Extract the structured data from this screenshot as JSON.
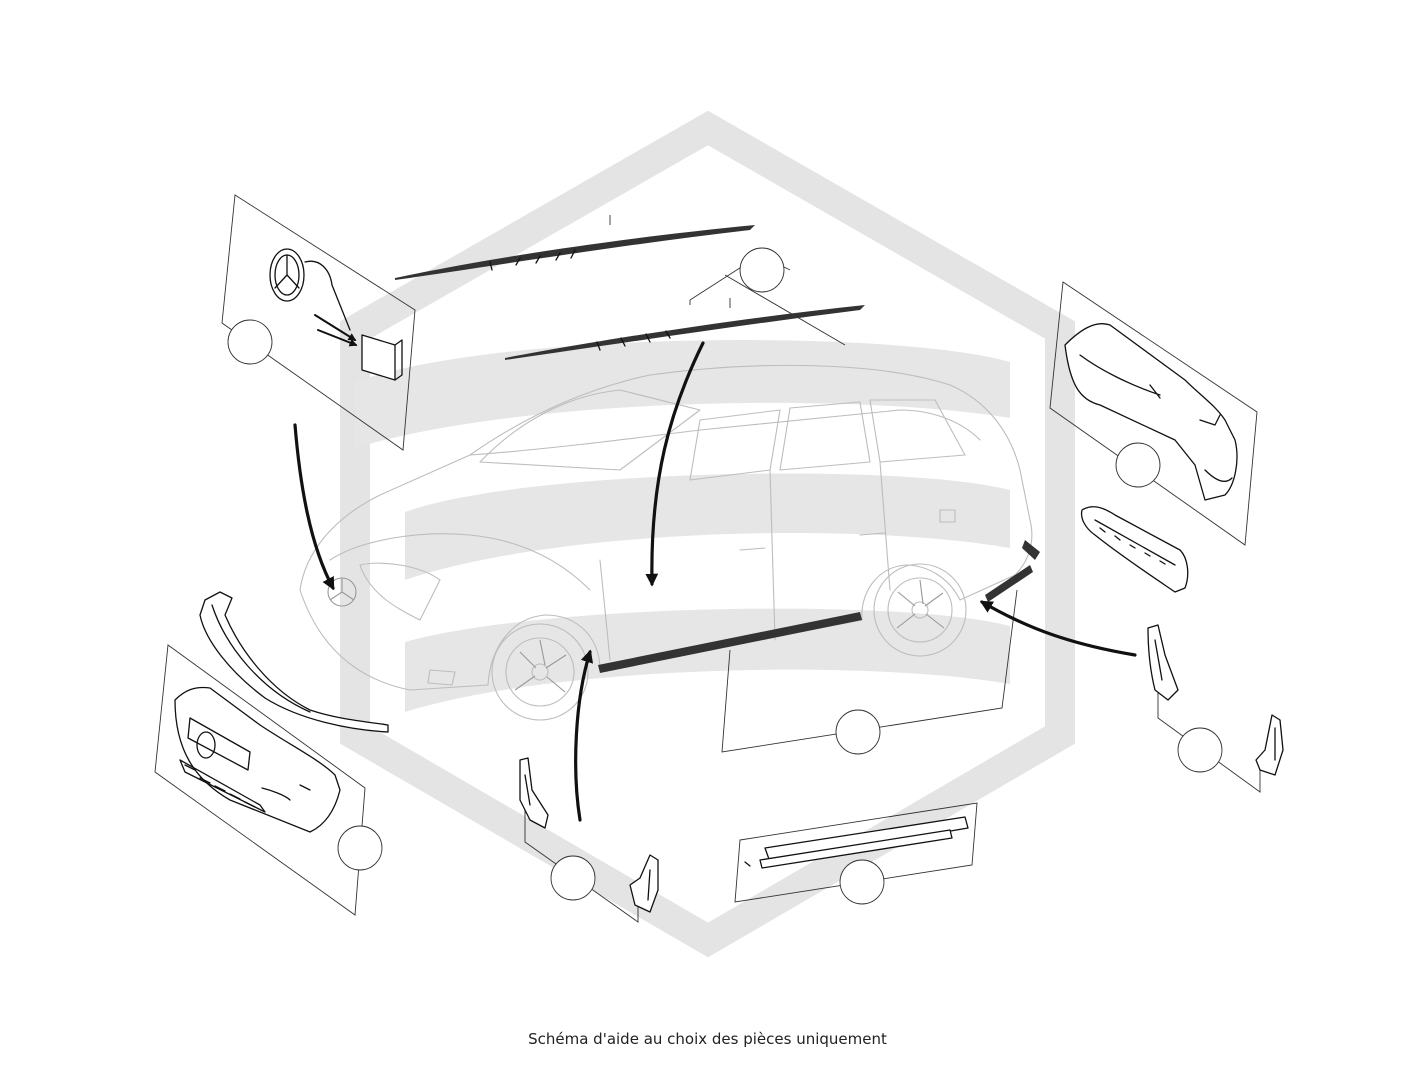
{
  "caption": "Schéma d'aide au choix des pièces uniquement",
  "colors": {
    "background": "#ffffff",
    "line": "#111111",
    "car_outline": "#bdbdbd",
    "watermark": "#e4e4e4",
    "caption_text": "#222222"
  },
  "parts": [
    "star-emblem-with-module",
    "side-stripe-decals",
    "rear-bumper",
    "rear-diffuser",
    "rear-mudflaps",
    "side-skirt",
    "door-sill-trims",
    "front-mudflaps",
    "front-bumper",
    "front-lip-spoiler"
  ]
}
